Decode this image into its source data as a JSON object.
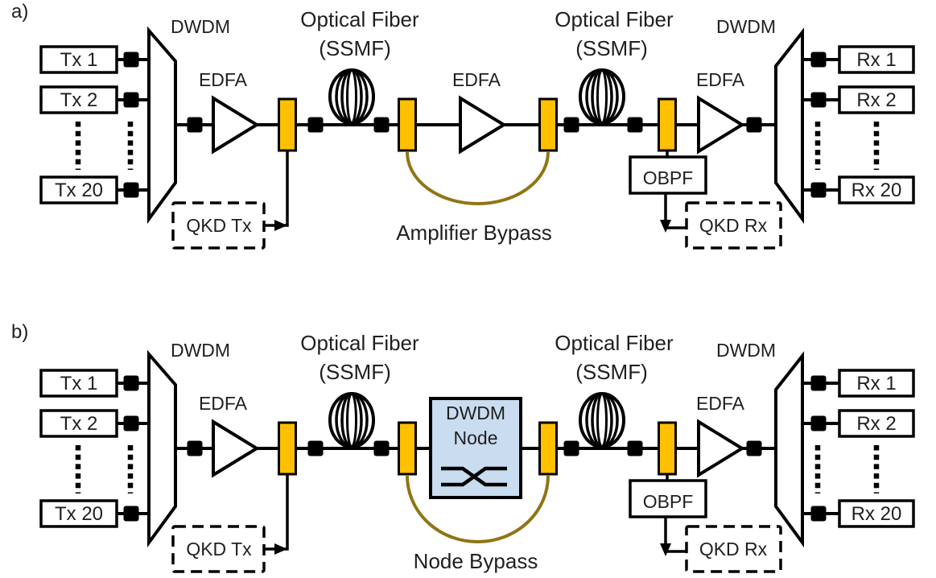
{
  "colors": {
    "coupler": "#FFC000",
    "node_fill": "#C9DCF0",
    "bypass_arc": "#8F7514",
    "line": "#000000"
  },
  "panels": {
    "a": {
      "label": "a)",
      "mux_label": "DWDM",
      "demux_label": "DWDM",
      "tx": [
        "Tx 1",
        "Tx 2",
        "Tx 20"
      ],
      "rx": [
        "Rx 1",
        "Rx 2",
        "Rx 20"
      ],
      "edfa": [
        "EDFA",
        "EDFA",
        "EDFA"
      ],
      "fiber1": [
        "Optical Fiber",
        "(SSMF)"
      ],
      "fiber2": [
        "Optical Fiber",
        "(SSMF)"
      ],
      "qkd_tx": "QKD Tx",
      "qkd_rx": "QKD Rx",
      "obpf": "OBPF",
      "bypass": "Amplifier Bypass"
    },
    "b": {
      "label": "b)",
      "mux_label": "DWDM",
      "demux_label": "DWDM",
      "tx": [
        "Tx 1",
        "Tx 2",
        "Tx 20"
      ],
      "rx": [
        "Rx 1",
        "Rx 2",
        "Rx 20"
      ],
      "edfa": [
        "EDFA",
        "EDFA"
      ],
      "node": [
        "DWDM",
        "Node"
      ],
      "fiber1": [
        "Optical Fiber",
        "(SSMF)"
      ],
      "fiber2": [
        "Optical Fiber",
        "(SSMF)"
      ],
      "qkd_tx": "QKD Tx",
      "qkd_rx": "QKD Rx",
      "obpf": "OBPF",
      "bypass": "Node Bypass"
    }
  }
}
